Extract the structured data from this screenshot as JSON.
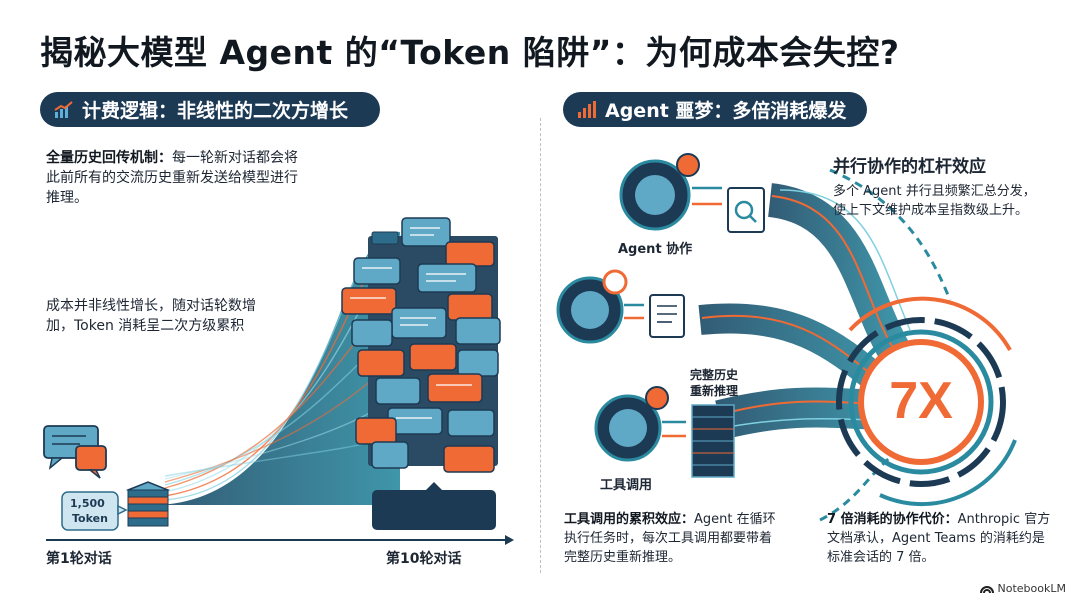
{
  "title": "揭秘大模型 Agent 的“Token 陷阱”：为何成本会失控?",
  "left_section": {
    "header": "计费逻辑：非线性的二次方增长",
    "point1_bold": "全量历史回传机制：",
    "point1_text": "每一轮新对话都会将此前所有的交流历史重新发送给模型进行推理。",
    "point2_text": "成本并非线性增长，随对话轮数增加，Token 消耗呈二次方级累积",
    "start_tokens": "1,500",
    "start_tokens_unit": "Token",
    "axis_start": "第1轮对话",
    "axis_end": "第10轮对话"
  },
  "right_section": {
    "header": "Agent 噩梦：多倍消耗爆发",
    "leverage_title": "并行协作的杠杆效应",
    "leverage_text": "多个 Agent 并行且频繁汇总分发，使上下文维护成本呈指数级上升。",
    "label_agent_collab": "Agent 协作",
    "label_full_history": "完整历史重新推理",
    "label_tool_call": "工具调用",
    "multiplier": "7X",
    "tool_bold": "工具调用的累积效应：",
    "tool_text": "Agent 在循环执行任务时，每次工具调用都要带着完整历史重新推理。",
    "cost_bold": "7 倍消耗的协作代价：",
    "cost_text": "Anthropic 官方文档承认，Agent Teams 的消耗约是标准会话的 7 倍。"
  },
  "brand": "NotebookLM",
  "colors": {
    "navy": "#1d3a55",
    "teal": "#2a8aa0",
    "orange": "#f06a35"
  }
}
